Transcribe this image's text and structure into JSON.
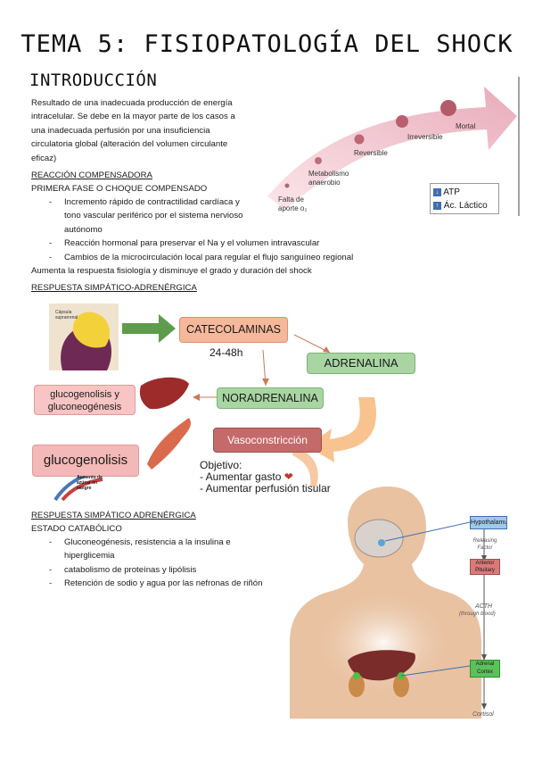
{
  "page_title": "TEMA 5: FISIOPATOLOGÍA DEL SHOCK",
  "intro": {
    "heading": "INTRODUCCIÓN",
    "text": "Resultado de una inadecuada producción de energía intracelular. Se debe en la mayor parte de los casos a una inadecuada perfusión por una insuficiencia circulatoria global (alteración del volumen circulante eficaz)"
  },
  "shock_progression": {
    "stages": [
      "Falta de aporte o₂",
      "Metabolismo anaerobio",
      "Reversible",
      "Irreversible",
      "Mortal"
    ],
    "legend": [
      "ATP",
      "Ác. Láctico"
    ]
  },
  "compensatory": {
    "heading": "REACCIÓN COMPENSADORA",
    "subheading": "PRIMERA FASE O CHOQUE COMPENSADO",
    "items": [
      "Incremento rápido de contractilidad cardíaca y tono vascular periférico por el sistema nervioso autónomo",
      "Reacción hormonal para preservar el Na y el volumen intravascular",
      "Cambios de la microcirculación local para regular el flujo sanguíneo regional"
    ],
    "summary": "Aumenta la respuesta fisiología y disminuye el grado y duración del shock"
  },
  "sympathetic": {
    "heading": "RESPUESTA SIMPÁTICO-ADRENÉRGICA",
    "gland_label": "Cápsula suprarrenal",
    "catecholamines": "CATECOLAMINAS",
    "time": "24-48h",
    "adrenaline": "ADRENALINA",
    "noradrenaline": "NORADRENALINA",
    "glucogenolisis_gluconeo": "glucogenolisis y gluconeogénesis",
    "glucogenolisis": "glucogenolisis",
    "sugar_label": "Aumento de azúcar en sangre",
    "vasoconstriction": "Vasoconstricción",
    "objective_title": "Objetivo:",
    "objectives": [
      "- Aumentar gasto",
      "- Aumentar perfusión tisular"
    ]
  },
  "catabolic": {
    "heading": "RESPUESTA SIMPÁTICO ADRENÉRGICA",
    "subheading": "ESTADO CATABÓLICO",
    "items": [
      "Gluconeogénesis, resistencia a la insulina e hiperglicemia",
      "catabolismo de proteínas y lipólisis",
      "Retención de sodio y agua por las nefronas de riñón"
    ]
  },
  "hpa_axis": {
    "hypothalamus": "Hypothalamus",
    "releasing_factor": "Releasing Factor",
    "anterior_pituitary": "Anterior Pituitary",
    "acth": "ACTH",
    "through_blood": "(through blood)",
    "adrenal_cortex": "Adrenal Cortex",
    "cortisol": "Cortisol"
  },
  "colors": {
    "pink_arrow": "#e8a9b6",
    "green_box": "#a8d5a2",
    "orange_box": "#f6b89a",
    "red_box": "#c56a6a",
    "skin": "#e9c2a2"
  }
}
